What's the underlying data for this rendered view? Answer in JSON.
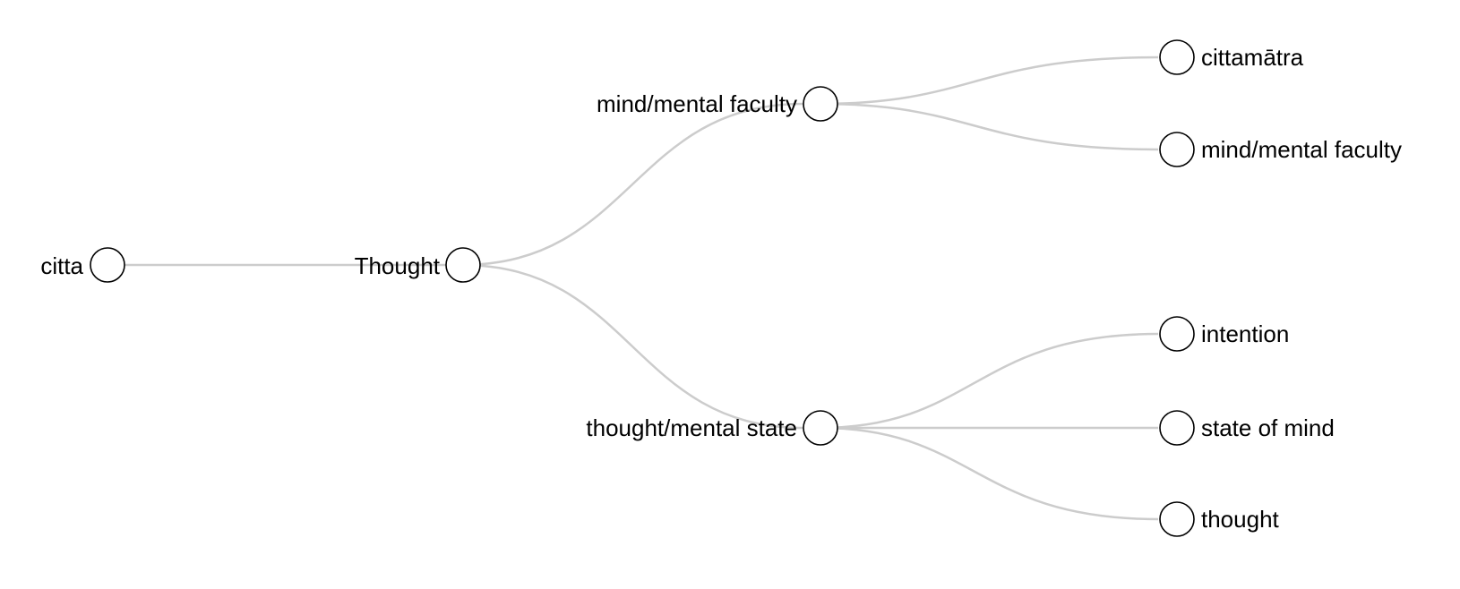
{
  "tree": {
    "root": {
      "label": "citta",
      "children": [
        {
          "label": "Thought",
          "children": [
            {
              "label": "mind/mental faculty",
              "children": [
                {
                  "label": "cittamātra"
                },
                {
                  "label": "mind/mental faculty"
                }
              ]
            },
            {
              "label": "thought/mental state",
              "children": [
                {
                  "label": "intention"
                },
                {
                  "label": "state of mind"
                },
                {
                  "label": "thought"
                }
              ]
            }
          ]
        }
      ]
    }
  },
  "colors": {
    "link": "#cccccc",
    "node_stroke": "#000000",
    "node_fill": "#ffffff",
    "text": "#000000"
  }
}
